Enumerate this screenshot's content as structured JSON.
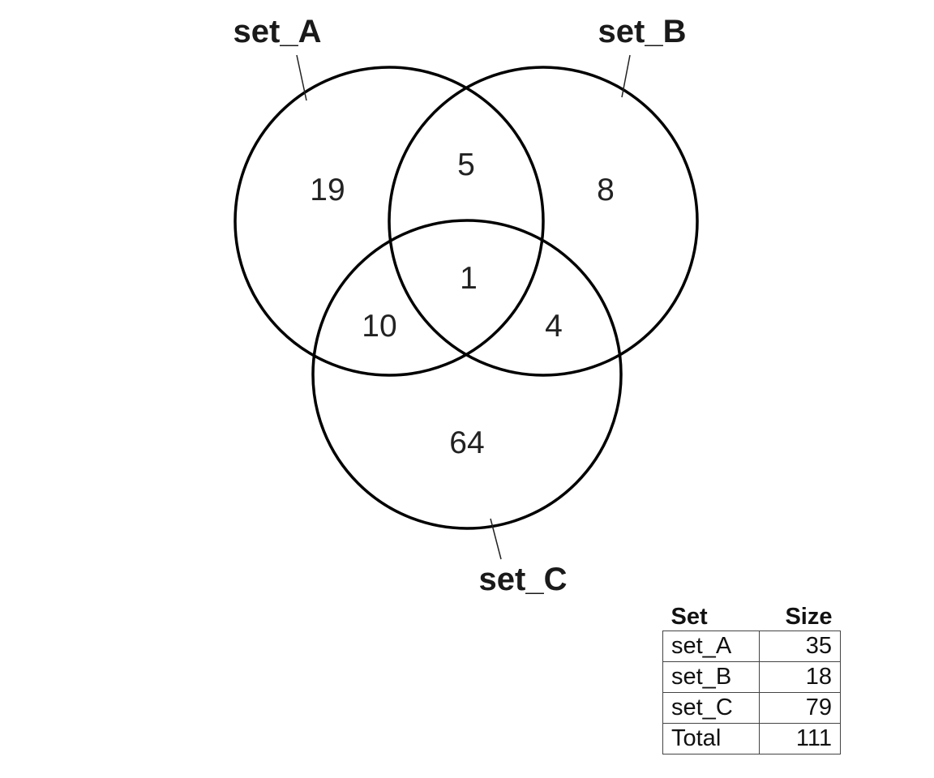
{
  "diagram": {
    "type": "venn",
    "sets": [
      {
        "name": "set_A"
      },
      {
        "name": "set_B"
      },
      {
        "name": "set_C"
      }
    ],
    "regions": {
      "only_A": "19",
      "only_B": "8",
      "only_C": "64",
      "A_and_B": "5",
      "A_and_C": "10",
      "B_and_C": "4",
      "A_B_C": "1"
    }
  },
  "table": {
    "headers": [
      "Set",
      "Size"
    ],
    "rows": [
      {
        "name": "set_A",
        "size": "35"
      },
      {
        "name": "set_B",
        "size": "18"
      },
      {
        "name": "set_C",
        "size": "79"
      },
      {
        "name": "Total",
        "size": "111"
      }
    ]
  }
}
